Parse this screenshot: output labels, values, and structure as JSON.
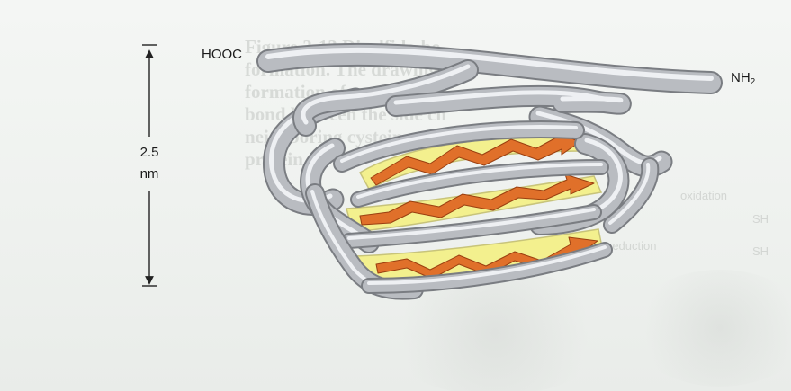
{
  "labels": {
    "c_terminus": "HOOC",
    "n_terminus_base": "NH",
    "n_terminus_sub": "2",
    "scale_value": "2.5",
    "scale_unit": "nm"
  },
  "colors": {
    "tube_fill": "#b9bcc1",
    "tube_highlight": "#eef0f3",
    "tube_outline": "#7a7d82",
    "sheet_fill": "#f3f08e",
    "sheet_outline": "#c8c47a",
    "arrow_fill": "#e0702a",
    "arrow_outline": "#9a3f10",
    "scale_bar": "#222222"
  },
  "background_bleed": {
    "caption_lines": [
      "Figure 3-13 Disulfide-bo",
      "formation. The drawing i",
      "formation of a covalent d",
      "bond between the side ch",
      "neighboring cysteine resi",
      "protein."
    ],
    "small_texts": [
      "oxidation",
      "reduction",
      "SH",
      "SH"
    ]
  }
}
